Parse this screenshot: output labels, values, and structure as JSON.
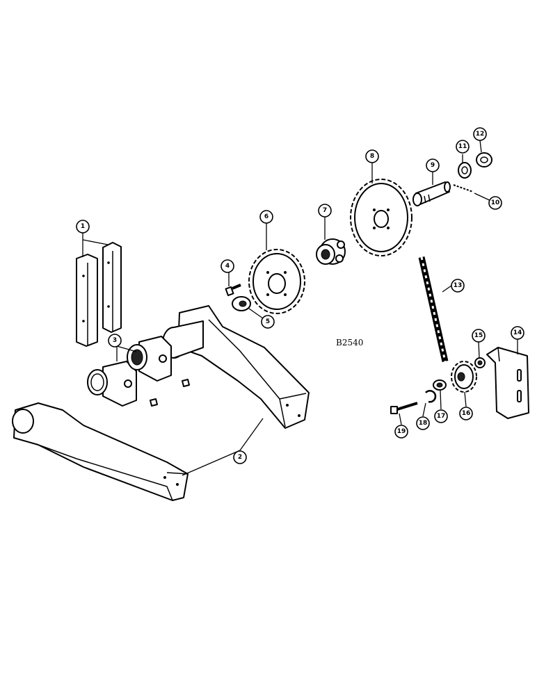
{
  "drawing": {
    "code": "B2540"
  },
  "callouts": [
    {
      "label": "1"
    },
    {
      "label": "2"
    },
    {
      "label": "3"
    },
    {
      "label": "4"
    },
    {
      "label": "5"
    },
    {
      "label": "6"
    },
    {
      "label": "7"
    },
    {
      "label": "8"
    },
    {
      "label": "9"
    },
    {
      "label": "10"
    },
    {
      "label": "11"
    },
    {
      "label": "12"
    },
    {
      "label": "13"
    },
    {
      "label": "14"
    },
    {
      "label": "15"
    },
    {
      "label": "16"
    },
    {
      "label": "17"
    },
    {
      "label": "18"
    },
    {
      "label": "19"
    }
  ]
}
